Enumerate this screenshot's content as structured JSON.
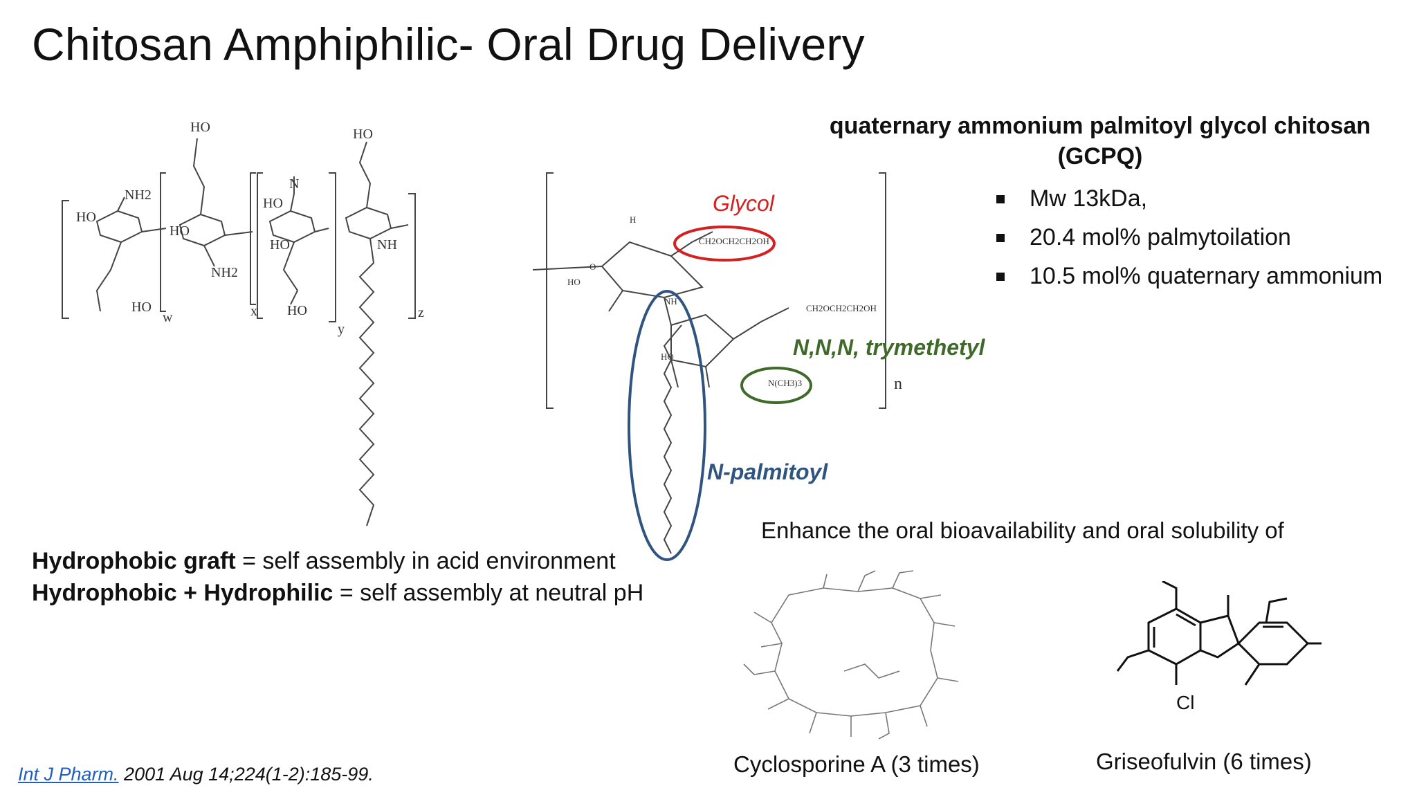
{
  "slide": {
    "title": "Chitosan Amphiphilic- Oral Drug Delivery",
    "gcpq_title_line1": "quaternary ammonium palmitoyl glycol chitosan",
    "gcpq_title_line2": "(GCPQ)",
    "properties": [
      "Mw 13kDa,",
      "20.4 mol% palmytoilation",
      "10.5 mol% quaternary ammonium"
    ],
    "labels": {
      "glycol": "Glycol",
      "trimethyl": "N,N,N, trymethetyl",
      "palmitoyl": "N-palmitoyl"
    },
    "claims": [
      {
        "bold": "Hydrophobic graft",
        "rest": " = self assembly in acid environment"
      },
      {
        "bold": "Hydrophobic + Hydrophilic",
        "rest": " = self assembly at neutral pH"
      }
    ],
    "enhance_text": "Enhance the oral bioavailability and oral solubility of",
    "drugs": [
      "Cyclosporine A (3 times)",
      "Griseofulvin (6 times)"
    ],
    "citation": {
      "link": "Int J Pharm.",
      "rest": " 2001 Aug 14;224(1-2):185-99."
    }
  },
  "chem_labels": {
    "ho": "HO",
    "nh2": "NH2",
    "o": "O",
    "n": "N",
    "nh": "NH",
    "w": "w",
    "x": "x",
    "y": "y",
    "z": "z",
    "h": "H",
    "ch2och2ch2oh": "CH2OCH2CH2OH",
    "nch3": "N(CH3)3",
    "n_sub": "n",
    "cl": "Cl"
  },
  "colors": {
    "glycol": "#d42020",
    "trimethyl": "#3f6a2a",
    "palmitoyl": "#2f5480",
    "link": "#1f5fbf"
  }
}
